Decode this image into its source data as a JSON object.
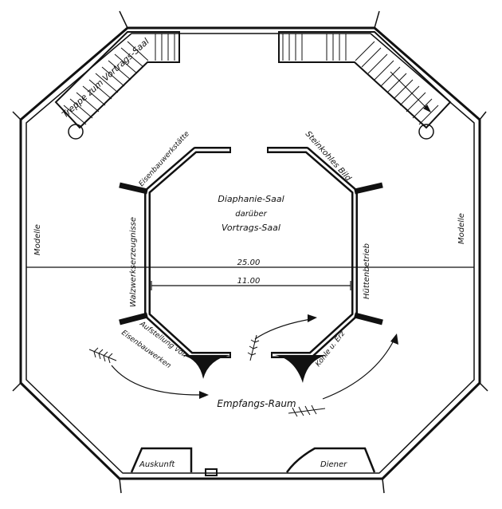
{
  "labels": {
    "stair_left": "Treppe zum Vortrags-Saal",
    "eisenbauwerkstaette": "Eisenbauwerkstätte",
    "steinkohle_bild": "Steinkohles Bild",
    "diaphanie_1": "Diaphanie-Saal",
    "diaphanie_2": "darüber",
    "diaphanie_3": "Vortrags-Saal",
    "modelle_left": "Modelle",
    "modelle_right": "Modelle",
    "walzwerkserzeugnisse": "Walzwerkserzeugnisse",
    "huettenbetrieb": "Hüttenbetrieb",
    "dim_outer": "25.00",
    "dim_inner": "11.00",
    "aufstellung_1": "Aufstellung von",
    "aufstellung_2": "Eisenbauwerken",
    "kohle_erz": "Kohle u. Erz",
    "empfangs_raum": "Empfangs-Raum",
    "auskunft": "Auskunft",
    "diener": "Diener"
  }
}
